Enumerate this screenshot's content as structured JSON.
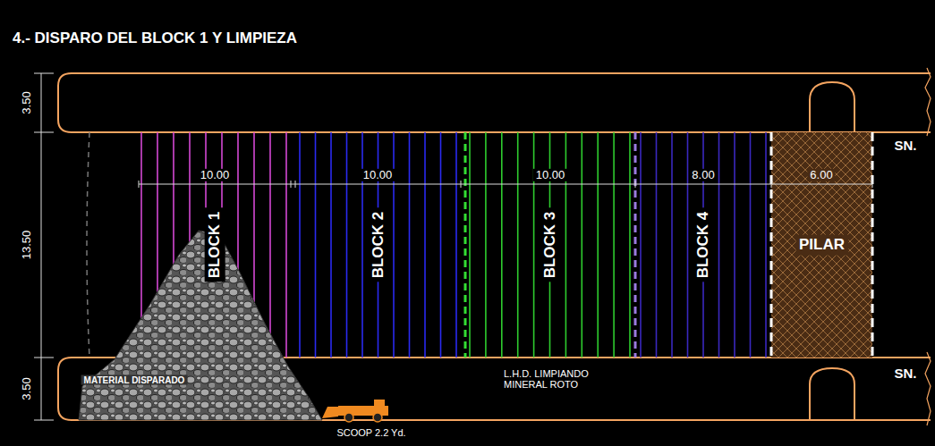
{
  "diagram": {
    "title": "4.- DISPARO DEL BLOCK 1 Y LIMPIEZA",
    "nodes": [
      {
        "text": [
          "BLOCK 1"
        ]
      },
      {
        "text": [
          "BLOCK 2"
        ]
      },
      {
        "text": [
          "BLOCK 3"
        ]
      },
      {
        "text": [
          "BLOCK 4"
        ]
      },
      {
        "text": [
          "PILAR"
        ]
      }
    ],
    "labels": [
      "3.50",
      "13.50",
      "3.50",
      "10.00",
      "10.00",
      "10.00",
      "8.00",
      "6.00",
      "SN.",
      "SN.",
      "MATERIAL DISPARADO",
      "L.H.D. LIMPIANDO MINERAL ROTO",
      "SCOOP 2.2 Yd."
    ]
  }
}
